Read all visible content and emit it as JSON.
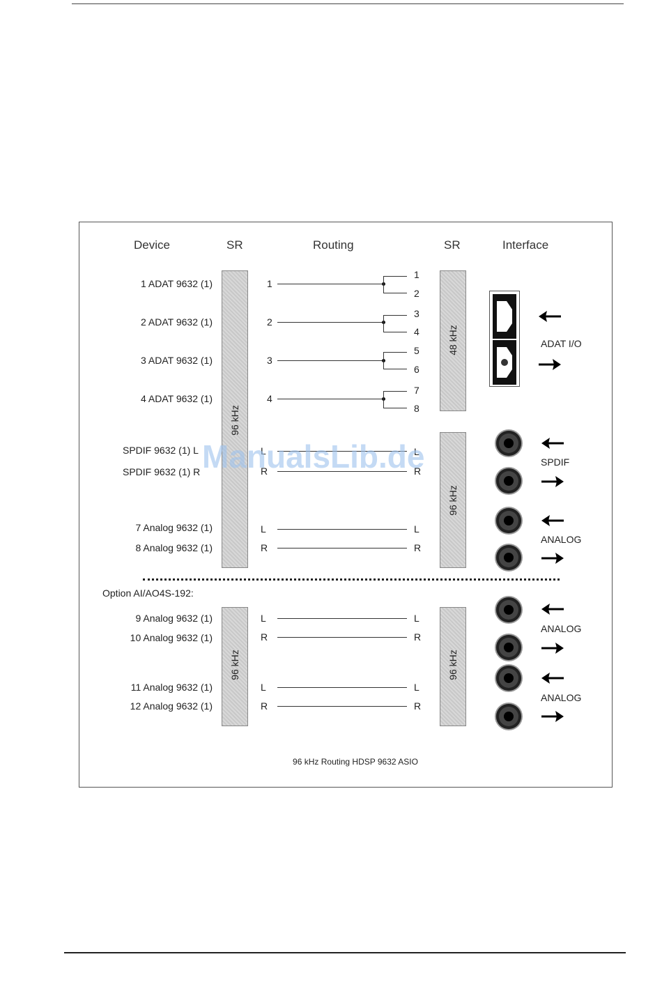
{
  "headers": {
    "device": "Device",
    "sr_left": "SR",
    "routing": "Routing",
    "sr_right": "SR",
    "interface": "Interface"
  },
  "devices": {
    "d1": "1 ADAT 9632 (1)",
    "d2": "2 ADAT 9632 (1)",
    "d3": "3 ADAT 9632 (1)",
    "d4": "4 ADAT 9632 (1)",
    "d5": "SPDIF 9632 (1) L",
    "d6": "SPDIF 9632 (1) R",
    "d7": "7 Analog 9632 (1)",
    "d8": "8 Analog 9632 (1)",
    "option": "Option AI/AO4S-192:",
    "d9": "9 Analog 9632 (1)",
    "d10": "10 Analog 9632 (1)",
    "d11": "11 Analog 9632 (1)",
    "d12": "12 Analog 9632 (1)"
  },
  "sr_labels": {
    "left_main": "96 kHz",
    "left_option": "96 kHz",
    "right_adat": "48 kHz",
    "right_spdif_analog": "96 kHz",
    "right_option": "96 kHz"
  },
  "routing_left": {
    "r1": "1",
    "r2": "2",
    "r3": "3",
    "r4": "4",
    "r5": "L",
    "r6": "R",
    "r7": "L",
    "r8": "R",
    "r9": "L",
    "r10": "R",
    "r11": "L",
    "r12": "R"
  },
  "routing_right": {
    "o1": "1",
    "o2": "2",
    "o3": "3",
    "o4": "4",
    "o5": "5",
    "o6": "6",
    "o7": "7",
    "o8": "8",
    "s1": "L",
    "s2": "R",
    "a1": "L",
    "a2": "R",
    "b1": "L",
    "b2": "R",
    "c1": "L",
    "c2": "R"
  },
  "interfaces": {
    "adat": "ADAT I/O",
    "spdif": "SPDIF",
    "analog1": "ANALOG",
    "analog2": "ANALOG",
    "analog3": "ANALOG"
  },
  "caption": "96 kHz Routing HDSP 9632 ASIO",
  "watermark": "ManualsLib.de"
}
